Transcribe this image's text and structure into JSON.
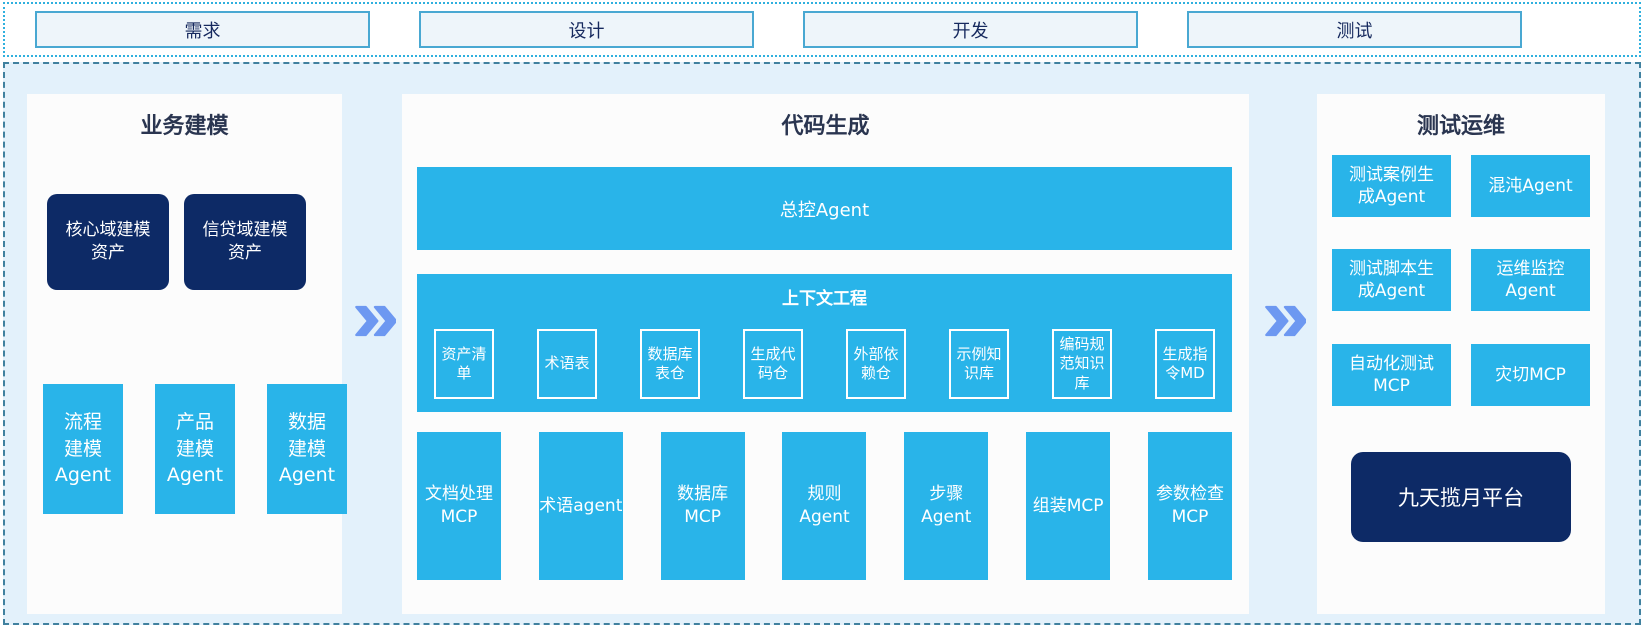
{
  "colors": {
    "cyan": "#29b4e9",
    "navy": "#0d2a66",
    "panel_bg": "#fcfcfc",
    "container_bg": "#e3f1fb",
    "container_border": "#40819f",
    "strip_border": "#2fb0de",
    "phase_box_bg": "#eef5fa",
    "phase_box_border": "#49a8d2",
    "phase_text": "#16295e",
    "title_text": "#2a3550",
    "arrow": "#6d98f1"
  },
  "phases": [
    {
      "label": "需求"
    },
    {
      "label": "设计"
    },
    {
      "label": "开发"
    },
    {
      "label": "测试"
    }
  ],
  "panels": {
    "business_modeling": {
      "title": "业务建模",
      "assets": [
        "核心域建模\n资产",
        "信贷域建模\n资产"
      ],
      "agents": [
        "流程\n建模\nAgent",
        "产品\n建模\nAgent",
        "数据\n建模\nAgent"
      ]
    },
    "code_generation": {
      "title": "代码生成",
      "master_agent": "总控Agent",
      "context_engineering": {
        "title": "上下文工程",
        "items": [
          "资产清\n单",
          "术语表",
          "数据库\n表仓",
          "生成代\n码仓",
          "外部依\n赖仓",
          "示例知\n识库",
          "编码规\n范知识\n库",
          "生成指\n令MD"
        ]
      },
      "tools": [
        "文档处理\nMCP",
        "术语agent",
        "数据库\nMCP",
        "规则Agent",
        "步骤Agent",
        "组装MCP",
        "参数检查\nMCP"
      ]
    },
    "test_ops": {
      "title": "测试运维",
      "boxes": [
        "测试案例生\n成Agent",
        "混沌Agent",
        "测试脚本生\n成Agent",
        "运维监控\nAgent",
        "自动化测试\nMCP",
        "灾切MCP"
      ],
      "platform": "九天揽月平台"
    }
  }
}
